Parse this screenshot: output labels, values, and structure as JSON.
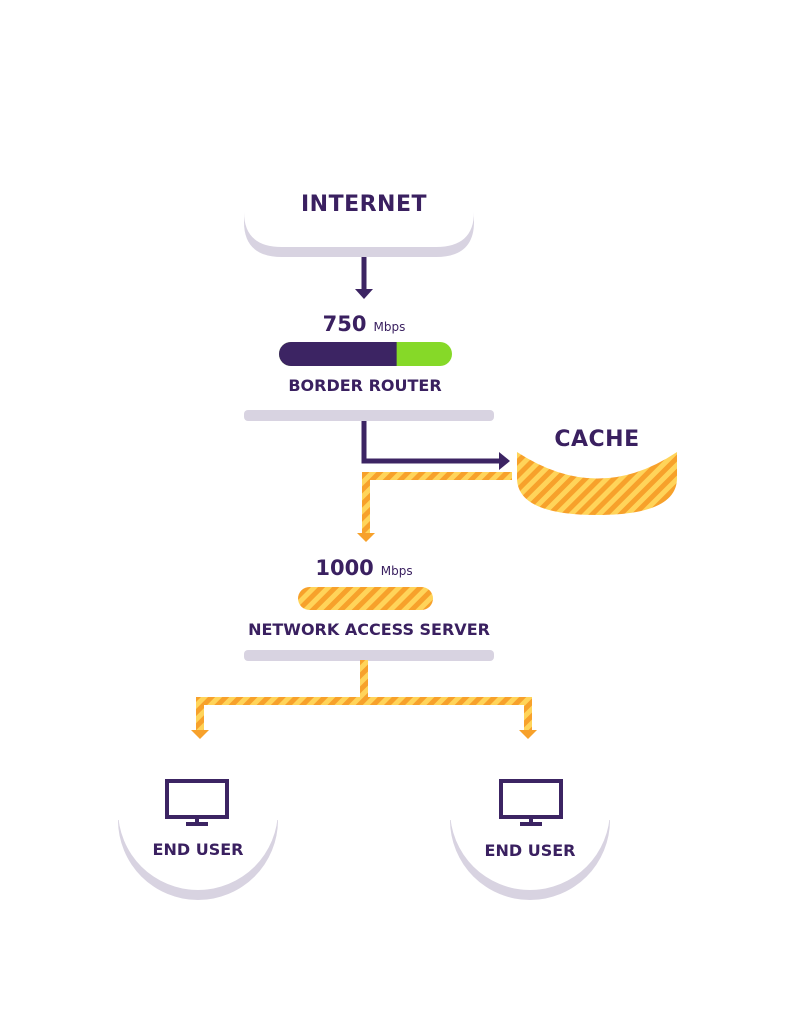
{
  "nodes": {
    "internet": {
      "label": "INTERNET"
    },
    "border_router": {
      "speed": "750",
      "unit": "Mbps",
      "label": "BORDER ROUTER",
      "fill_fraction": 0.68
    },
    "cache": {
      "label": "CACHE"
    },
    "network_access_server": {
      "speed": "1000",
      "unit": "Mbps",
      "label": "NETWORK ACCESS SERVER"
    },
    "end_user_left": {
      "label": "END USER"
    },
    "end_user_right": {
      "label": "END USER"
    }
  },
  "colors": {
    "purple": "#3c2463",
    "green": "#86d928",
    "orange": "#f7a12b",
    "yellow": "#ffd45a",
    "shadow": "#d8d3e1"
  }
}
